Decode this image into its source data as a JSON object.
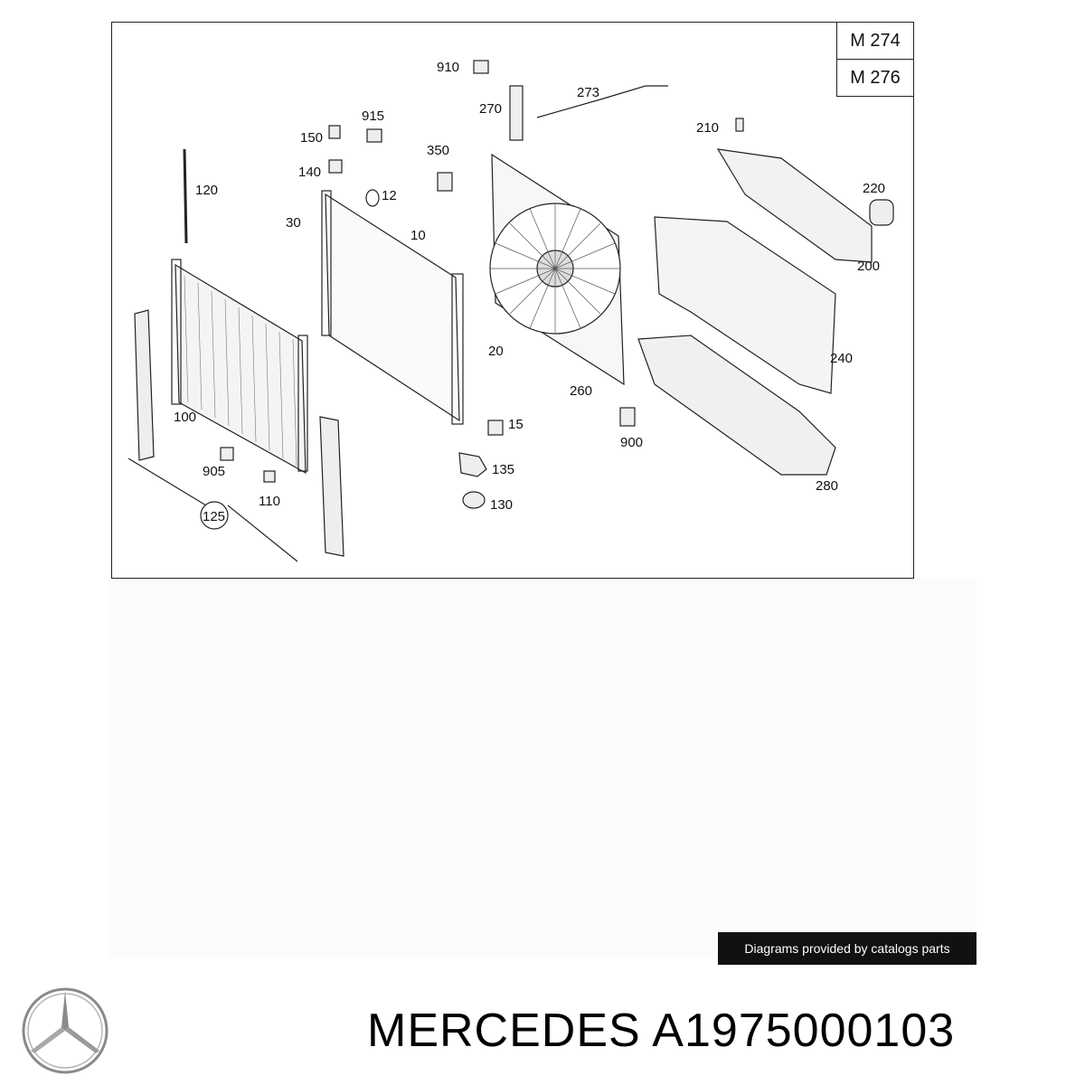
{
  "engine_codes": [
    "M 274",
    "M 276"
  ],
  "part_labels": {
    "p910": "910",
    "p273": "273",
    "p270": "270",
    "p915": "915",
    "p150": "150",
    "p350": "350",
    "p140": "140",
    "p120": "120",
    "p12": "12",
    "p30": "30",
    "p10": "10",
    "p210": "210",
    "p220": "220",
    "p200": "200",
    "p20": "20",
    "p240": "240",
    "p260": "260",
    "p100": "100",
    "p15": "15",
    "p900": "900",
    "p905": "905",
    "p135": "135",
    "p110": "110",
    "p280": "280",
    "p130": "130",
    "p125": "125"
  },
  "watermark": "Diagrams provided by catalogs parts",
  "brand": "MERCEDES",
  "part_number": "A1975000103",
  "colors": {
    "line": "#222222",
    "watermark_bg": "#111111",
    "logo": "#8a8a8a"
  }
}
